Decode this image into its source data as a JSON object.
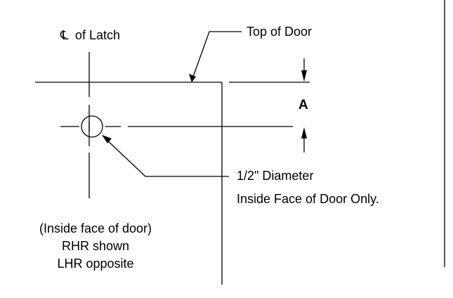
{
  "diagram": {
    "centerline_symbol": "℄",
    "latch_label": "of Latch",
    "top_label": "Top of Door",
    "dimension_label": "A",
    "note_line1": "1/2\" Diameter",
    "note_line2": "Inside Face of Door Only.",
    "caption_line1": "(Inside face of door)",
    "caption_line2": "RHR shown",
    "caption_line3": "LHR opposite"
  }
}
